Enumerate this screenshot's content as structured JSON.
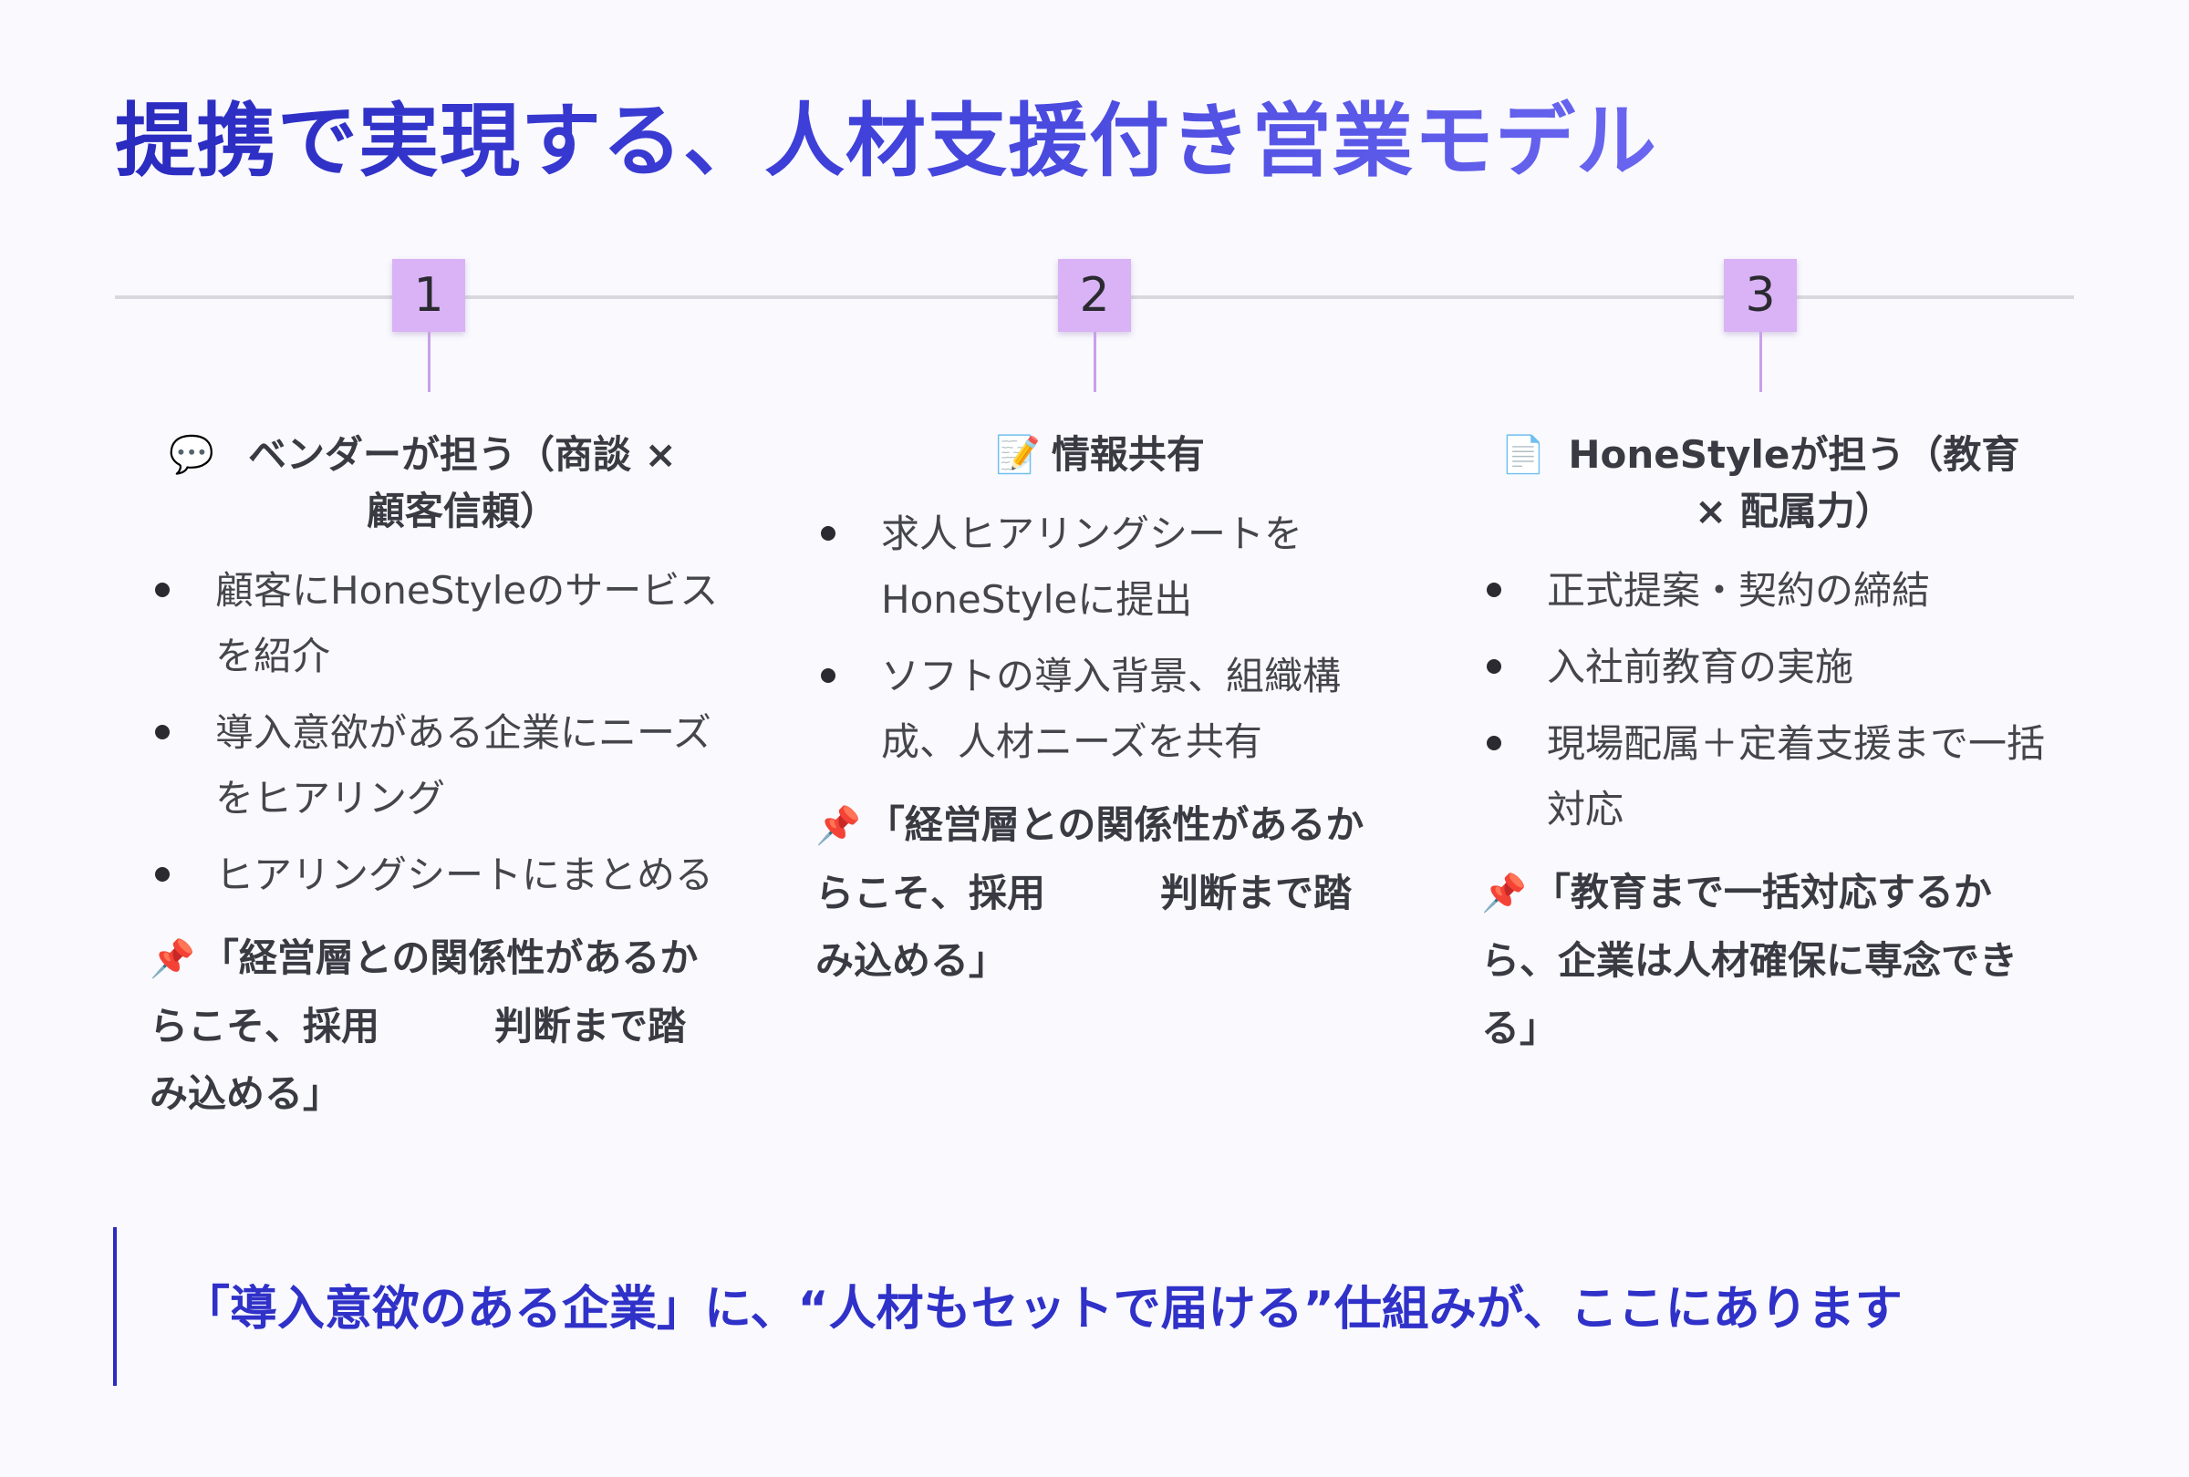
{
  "title": "提携で実現する、人材支援付き営業モデル",
  "steps": [
    {
      "number": "1",
      "icon": "💬",
      "icon_name": "speech-bubble-icon",
      "heading": "ベンダーが担う（商談 × 顧客信頼）",
      "bullets": [
        "顧客にHoneStyleのサービスを紹介",
        "導入意欲がある企業にニーズをヒアリング",
        "ヒアリングシートにまとめる"
      ],
      "quote_icon": "📌",
      "quote": "「経営層との関係性があるからこそ、採用　　　判断まで踏み込める」"
    },
    {
      "number": "2",
      "icon": "📝",
      "icon_name": "memo-icon",
      "heading": "情報共有",
      "bullets": [
        "求人ヒアリングシートをHoneStyleに提出",
        "ソフトの導入背景、組織構成、人材ニーズを共有"
      ],
      "quote_icon": "📌",
      "quote": "「経営層との関係性があるからこそ、採用　　　判断まで踏み込める」"
    },
    {
      "number": "3",
      "icon": "📄",
      "icon_name": "document-icon",
      "heading": "HoneStyleが担う（教育 × 配属力）",
      "bullets": [
        "正式提案・契約の締結",
        "入社前教育の実施",
        "現場配属＋定着支援まで一括対応"
      ],
      "quote_icon": "📌",
      "quote": "「教育まで一括対応するから、企業は人材確保に専念できる」"
    }
  ],
  "footer": "「導入意欲のある企業」に、“人材もセットで届ける”仕組みが、ここにあります",
  "colors": {
    "title_start": "#2a2bbf",
    "title_end": "#6a66f0",
    "marker": "#d9b3f5",
    "accent": "#2f31c8"
  }
}
